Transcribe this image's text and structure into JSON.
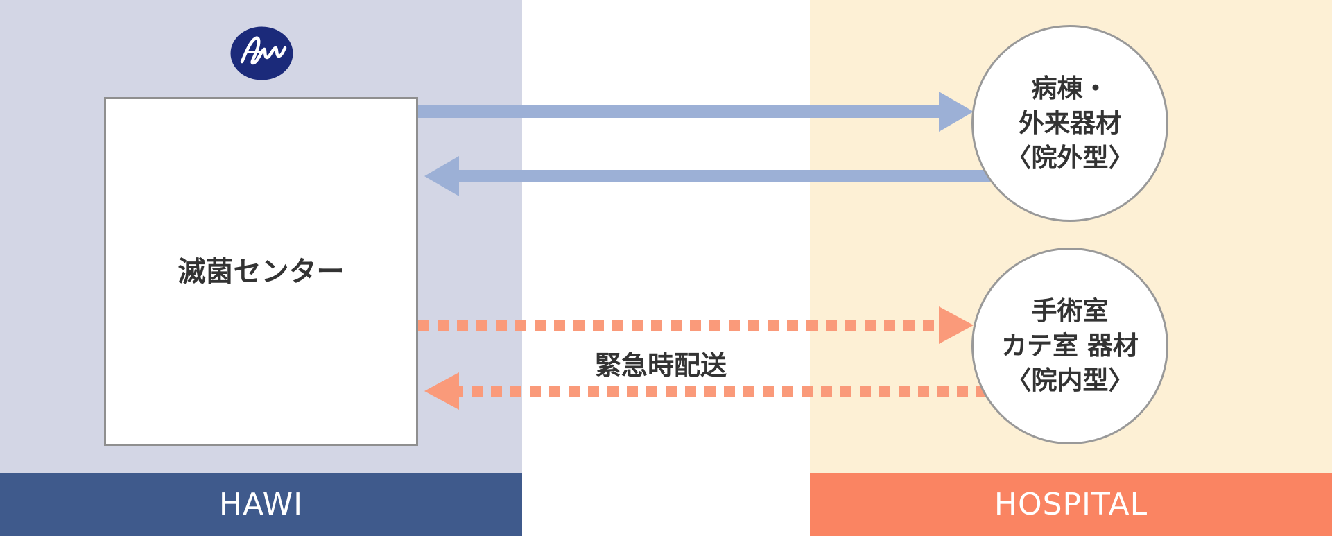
{
  "left_zone": {
    "label": "HAWI",
    "color": "#3f5a8c",
    "background": "#d3d6e5"
  },
  "right_zone": {
    "label": "HOSPITAL",
    "color": "#fa8462",
    "background": "#fdf0d5"
  },
  "logo": {
    "icon": "aw-logo-icon",
    "color": "#1b2a7a"
  },
  "center": {
    "label": "滅菌センター"
  },
  "nodes": [
    {
      "lines": [
        "病棟・",
        "外来器材",
        "〈院外型〉"
      ]
    },
    {
      "lines": [
        "手術室",
        "カテ室 器材",
        "〈院内型〉"
      ]
    }
  ],
  "flows": {
    "regular_color": "#9cb0d6",
    "emergency_color": "#fa9a7a",
    "emergency_label": "緊急時配送"
  }
}
